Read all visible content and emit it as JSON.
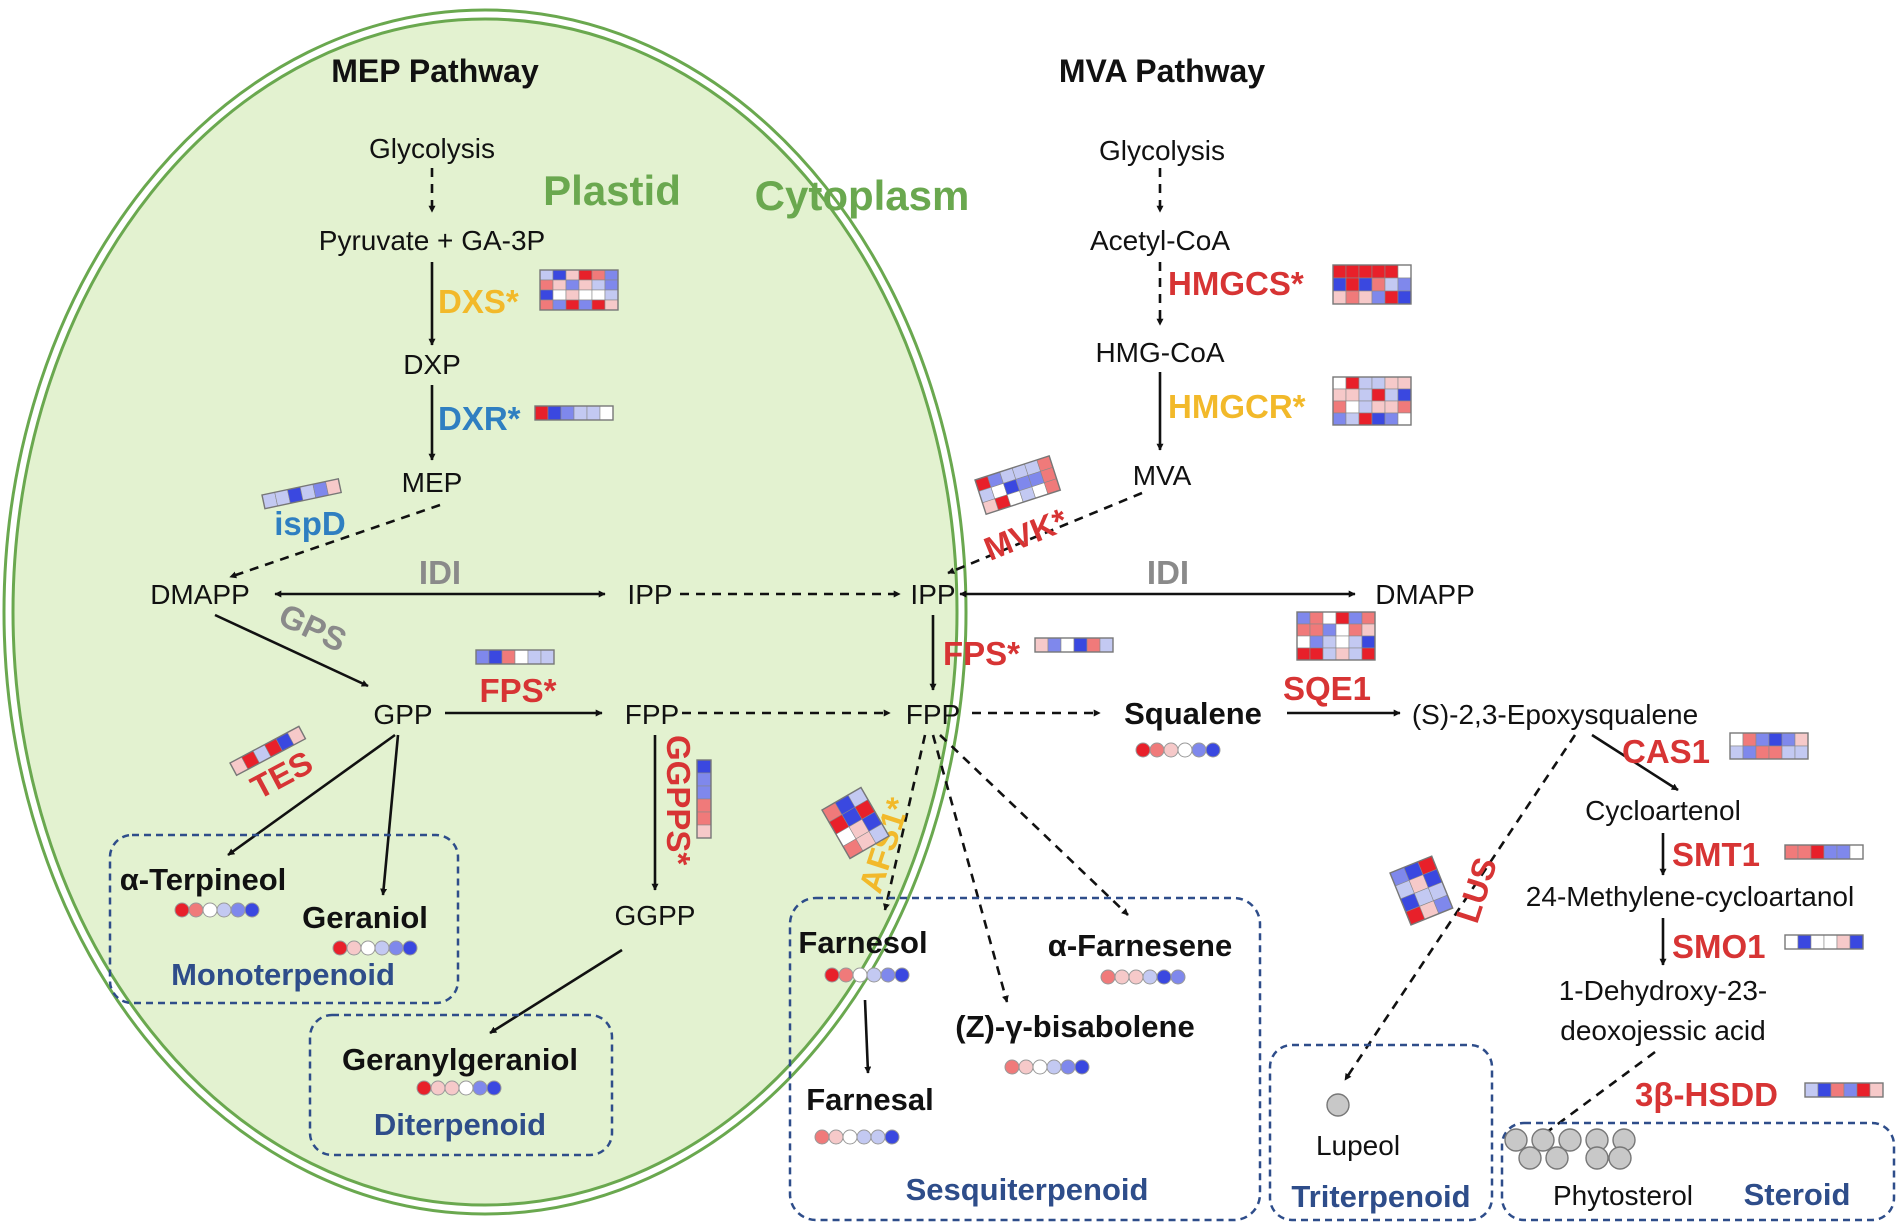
{
  "headers": {
    "mep": "MEP Pathway",
    "mva": "MVA Pathway"
  },
  "compartments": {
    "plastid": "Plastid",
    "cytoplasm": "Cytoplasm"
  },
  "metabolites": {
    "glycolysis_mep": "Glycolysis",
    "pyruvate": "Pyruvate + GA-3P",
    "dxp": "DXP",
    "mep": "MEP",
    "dmapp_plastid": "DMAPP",
    "ipp_plastid": "IPP",
    "gpp": "GPP",
    "fpp_plastid": "FPP",
    "ggpp": "GGPP",
    "glycolysis_mva": "Glycolysis",
    "acetyl_coa": "Acetyl-CoA",
    "hmg_coa": "HMG-CoA",
    "mva": "MVA",
    "ipp_cyto": "IPP",
    "dmapp_cyto": "DMAPP",
    "fpp_cyto": "FPP",
    "squalene": "Squalene",
    "epoxysqualene": "(S)-2,3-Epoxysqualene",
    "cycloartenol": "Cycloartenol",
    "methylene_cycloartanol": "24-Methylene-cycloartanol",
    "dehydroxy_1": "1-Dehydroxy-23-",
    "dehydroxy_2": "deoxojessic acid"
  },
  "products": {
    "terpineol": "α-Terpineol",
    "geraniol": "Geraniol",
    "geranylgeraniol": "Geranylgeraniol",
    "farnesol": "Farnesol",
    "farnesal": "Farnesal",
    "farnesene": "α-Farnesene",
    "bisabolene": "(Z)-γ-bisabolene",
    "lupeol": "Lupeol",
    "phytosterol": "Phytosterol"
  },
  "classes": {
    "monoterpenoid": "Monoterpenoid",
    "diterpenoid": "Diterpenoid",
    "sesquiterpenoid": "Sesquiterpenoid",
    "triterpenoid": "Triterpenoid",
    "steroid": "Steroid"
  },
  "enzymes": {
    "dxs": "DXS*",
    "dxr": "DXR*",
    "ispd": "ispD",
    "idi_plastid": "IDI",
    "gps": "GPS",
    "fps_plastid": "FPS*",
    "tes": "TES",
    "ggpps": "GGPPS*",
    "hmgcs": "HMGCS*",
    "hmgcr": "HMGCR*",
    "mvk": "MVK*",
    "idi_cyto": "IDI",
    "fps_cyto": "FPS*",
    "sqe1": "SQE1",
    "afs1": "AFS1*",
    "cas1": "CAS1",
    "lus": "LUS",
    "smt1": "SMT1",
    "smo1": "SMO1",
    "hsdd": "3β-HSDD"
  },
  "colors": {
    "plastid_fill": "#e3f2d0",
    "compartment_green": "#6aa84f",
    "enzyme_red": "#d73434",
    "enzyme_yellow": "#f2b92a",
    "enzyme_blue": "#2f7fc1",
    "enzyme_gray": "#8a8a8a",
    "class_blue": "#2e4d8a"
  }
}
